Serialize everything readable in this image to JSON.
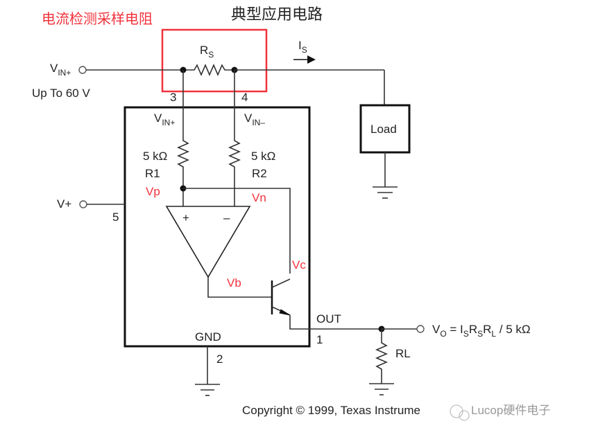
{
  "diagram": {
    "title": "典型应用电路",
    "annotation": "电流检测采样电阻",
    "annotation_color": "#f0323c",
    "highlight_color": "#f0323c",
    "labels": {
      "vin_plus": "V",
      "vin_plus_sub": "IN+",
      "vin_range": "Up To 60 V",
      "rs": "R",
      "rs_sub": "S",
      "is": "I",
      "is_sub": "S",
      "load": "Load",
      "pin3": "3",
      "pin4": "4",
      "pin5": "5",
      "pin1": "1",
      "pin2": "2",
      "ic_vin_plus": "V",
      "ic_vin_plus_sub": "IN+",
      "ic_vin_minus": "V",
      "ic_vin_minus_sub": "IN–",
      "r1_value": "5 kΩ",
      "r1_name": "R1",
      "r2_value": "5 kΩ",
      "r2_name": "R2",
      "vp": "Vp",
      "vn": "Vn",
      "vc": "Vc",
      "vb": "Vb",
      "opamp_plus": "+",
      "opamp_minus": "–",
      "v_plus": "V+",
      "out": "OUT",
      "gnd": "GND",
      "rl": "RL",
      "vo_formula_v": "V",
      "vo_formula_o": "O",
      "vo_formula_eq": " = I",
      "vo_formula_s1": "S",
      "vo_formula_r": "R",
      "vo_formula_s2": "S",
      "vo_formula_r2": "R",
      "vo_formula_l": "L",
      "vo_formula_tail": " / 5 kΩ",
      "copyright": "Copyright © 1999, Texas Instrume",
      "watermark": "Lucop硬件电子"
    }
  }
}
